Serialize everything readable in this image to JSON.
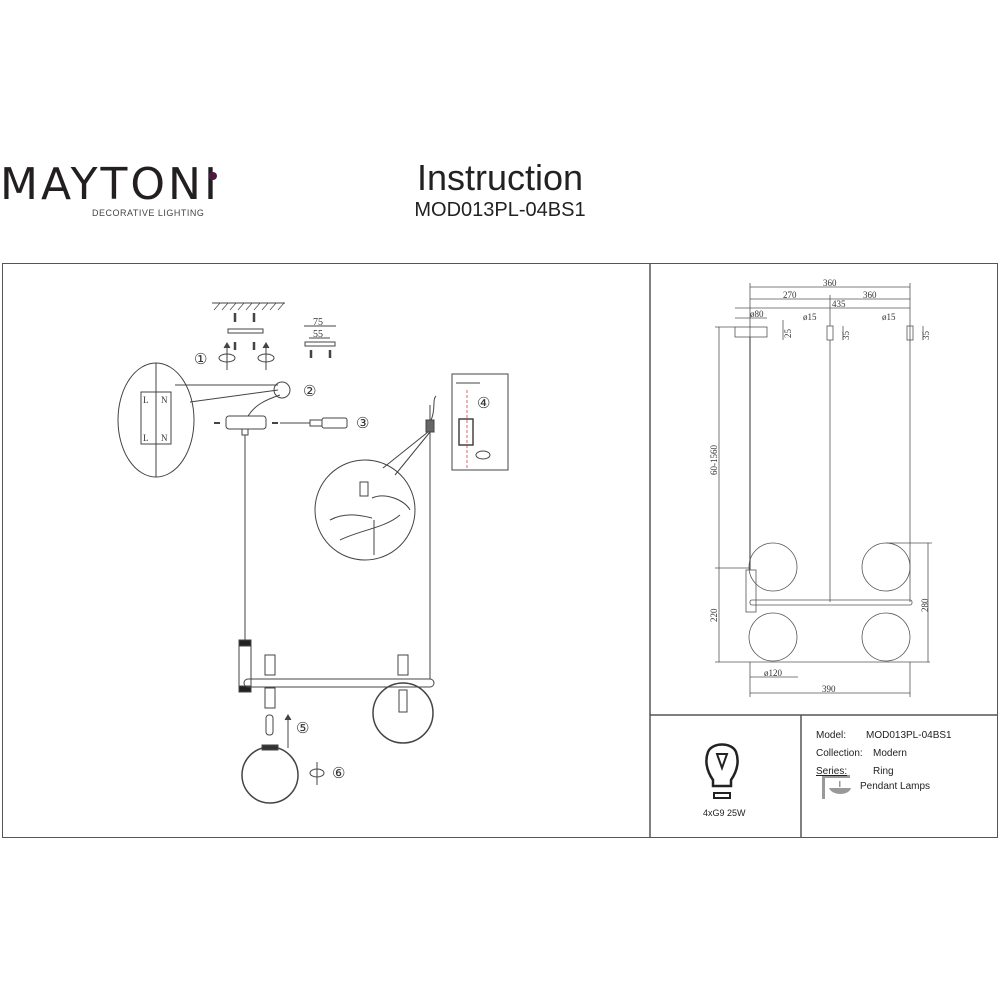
{
  "brand": {
    "name": "MAYTONI",
    "tagline": "DECORATIVE LIGHTING"
  },
  "header": {
    "title": "Instruction",
    "model": "MOD013PL-04BS1"
  },
  "assembly": {
    "steps": [
      "①",
      "②",
      "③",
      "④",
      "⑤",
      "⑥"
    ],
    "plate_dims": [
      "75",
      "55"
    ],
    "terminal_labels": [
      "L",
      "N",
      "L",
      "N"
    ]
  },
  "dimensions": {
    "overall_width_top": "360",
    "offset_a": "270",
    "offset_b": "360",
    "span": "435",
    "canopy_diameter": "ø80",
    "canopy_height": "25",
    "anchor_diameter_1": "ø15",
    "anchor_diameter_2": "ø15",
    "anchor_height_1": "35",
    "anchor_height_2": "35",
    "suspension": "60-1560",
    "lower_height": "220",
    "shade_height": "280",
    "globe_diameter": "ø120",
    "width": "390"
  },
  "specs": {
    "bulb": "4xG9 25W",
    "model_label": "Model:",
    "model_value": "MOD013PL-04BS1",
    "collection_label": "Collection:",
    "collection_value": "Modern",
    "series_label": "Series:",
    "series_value": "Ring",
    "type_value": "Pendant Lamps"
  },
  "colors": {
    "brand_dot": "#4d1a46",
    "line": "#555555"
  }
}
